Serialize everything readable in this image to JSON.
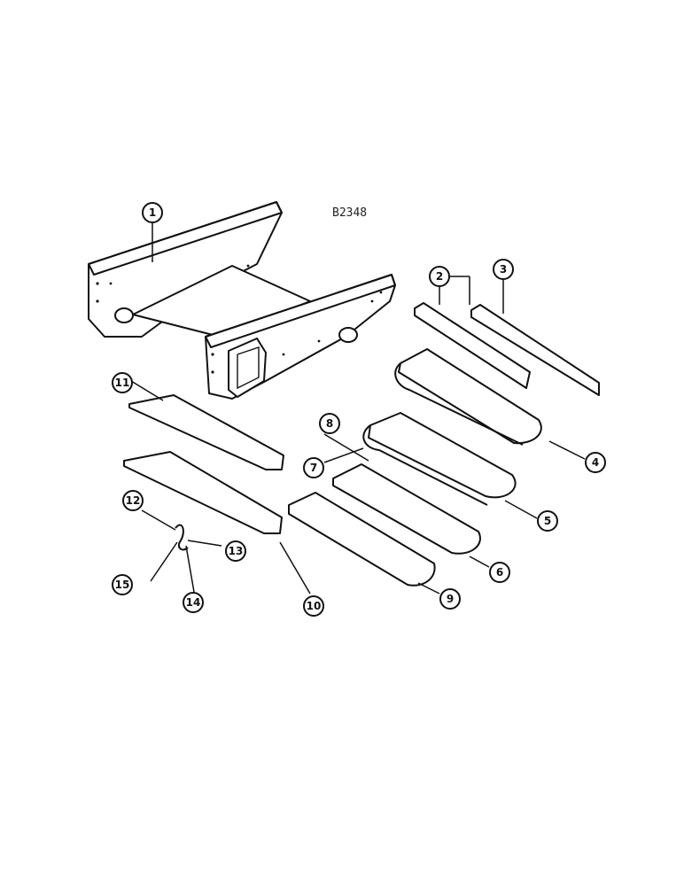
{
  "figure_code": "B2348",
  "callouts": [
    "1",
    "2",
    "3",
    "4",
    "5",
    "6",
    "7",
    "8",
    "9",
    "10",
    "11",
    "12",
    "13",
    "14",
    "15"
  ]
}
